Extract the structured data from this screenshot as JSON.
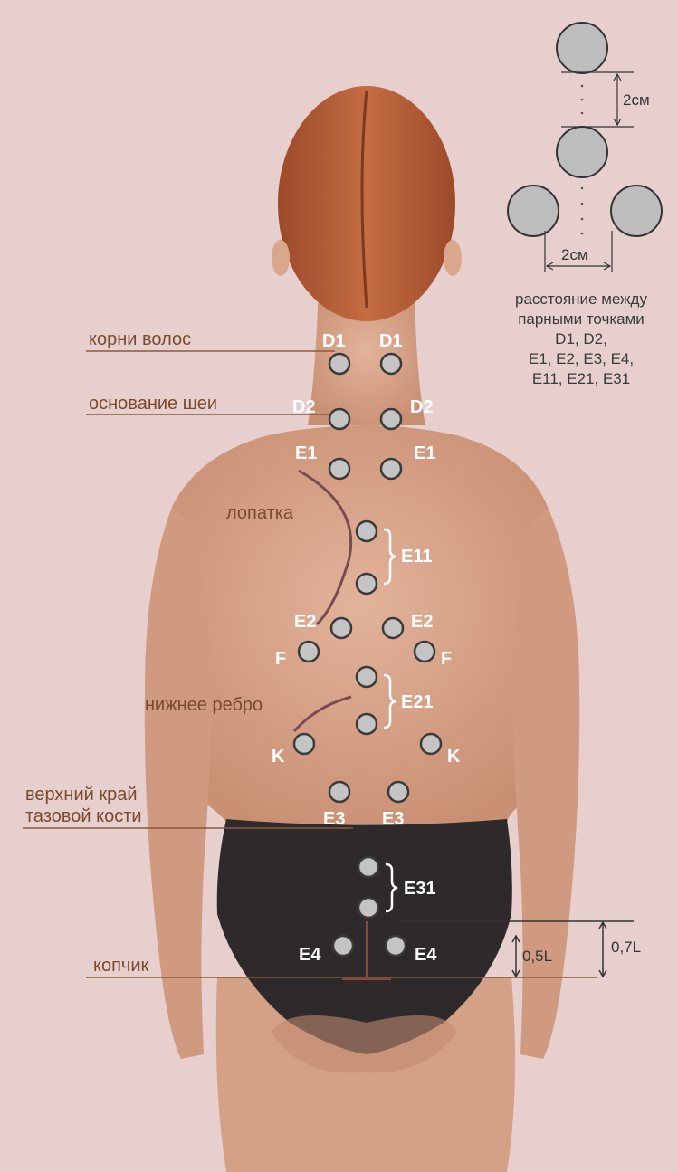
{
  "landmarks": {
    "hair_roots": "корни волос",
    "neck_base": "основание шеи",
    "shoulder_blade": "лопатка",
    "lower_rib": "нижнее ребро",
    "pelvis_line1": "верхний край",
    "pelvis_line2": "тазовой кости",
    "coccyx": "копчик"
  },
  "points": {
    "d1": "D1",
    "d2": "D2",
    "e1": "E1",
    "e11": "E11",
    "e2": "E2",
    "f": "F",
    "e21": "E21",
    "k": "K",
    "e3": "E3",
    "e31": "E31",
    "e4": "E4"
  },
  "legend": {
    "spacing_vertical": "2см",
    "spacing_horizontal": "2см",
    "note_lines": [
      "расстояние между",
      "парными точками",
      "D1, D2,",
      "E1, E2, E3, E4,",
      "E11, E21, E31"
    ]
  },
  "dimensions": {
    "inner": "0,5L",
    "outer": "0,7L"
  },
  "colors": {
    "background": "#e7cfcd",
    "skin": "#d9a88c",
    "hair": "#b5603a",
    "briefs": "#2e2a2c",
    "point_fill": "#c4c4c4",
    "point_stroke": "#3a3a3a",
    "landmark_text": "#7a4a2c"
  }
}
